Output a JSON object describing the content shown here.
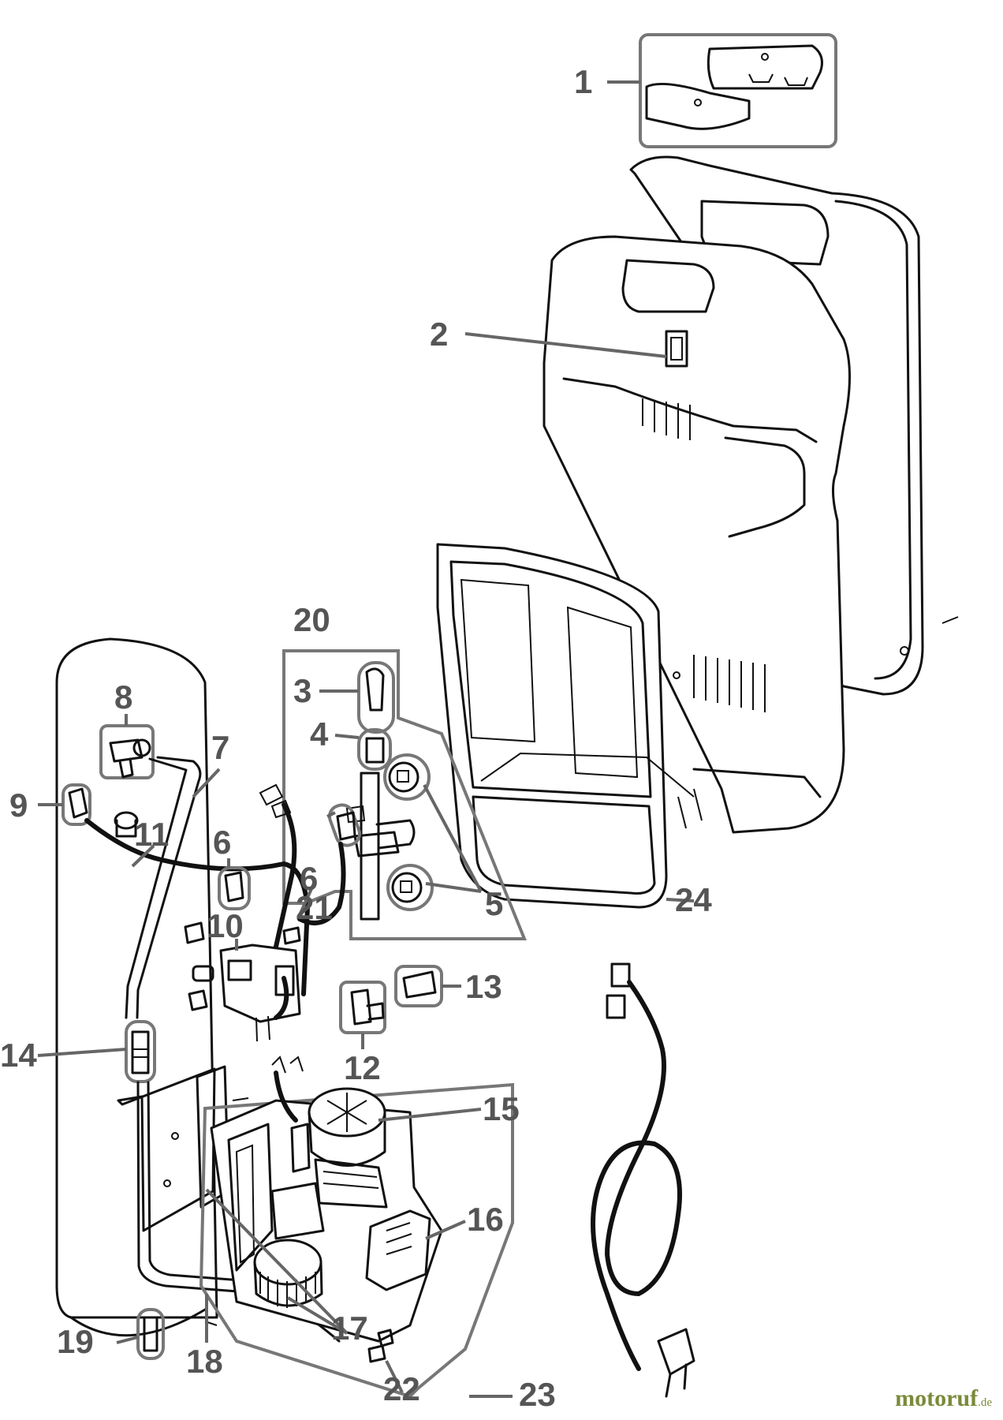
{
  "labels": {
    "l1": "1",
    "l2": "2",
    "l3": "3",
    "l4": "4",
    "l5": "5",
    "l6a": "6",
    "l6b": "6",
    "l7": "7",
    "l8": "8",
    "l9": "9",
    "l10": "10",
    "l11": "11",
    "l12": "12",
    "l13": "13",
    "l14": "14",
    "l15": "15",
    "l16": "16",
    "l17": "17",
    "l18": "18",
    "l19": "19",
    "l20": "20",
    "l21": "21",
    "l22": "22",
    "l23": "23",
    "l24": "24"
  },
  "brand": {
    "name": "motoruf",
    "tld": ".de"
  },
  "colors": {
    "label": "#555555",
    "line": "#111111",
    "brand": "#7a8a3a"
  }
}
